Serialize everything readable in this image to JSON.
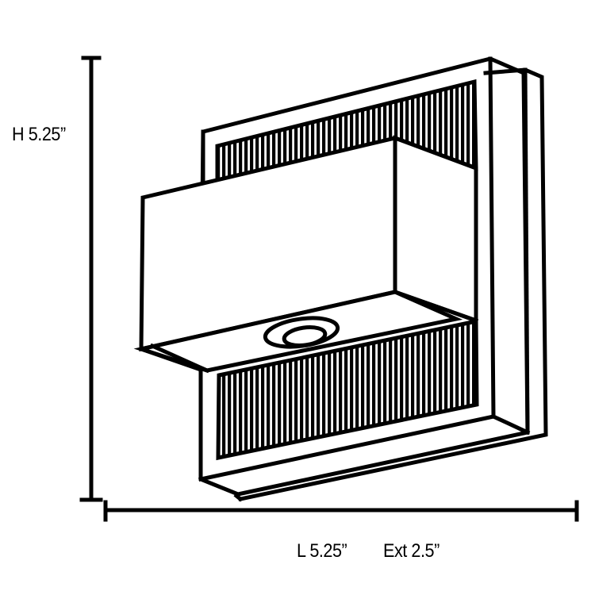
{
  "diagram": {
    "subject": "wall-sconce-line-drawing",
    "stroke_color": "#000000",
    "background_color": "#ffffff"
  },
  "dimensions": {
    "height_label": "H 5.25”",
    "length_label": "L 5.25”",
    "extension_label": "Ext 2.5”"
  }
}
